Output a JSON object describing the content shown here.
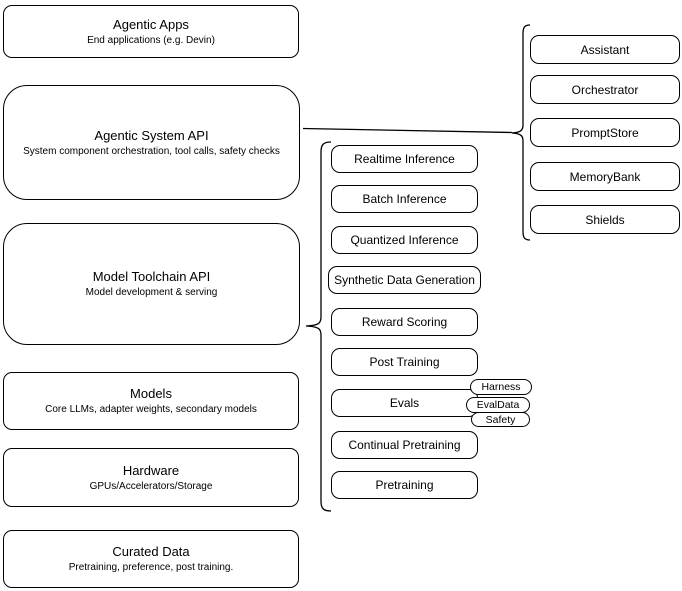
{
  "diagram": {
    "background": "#ffffff",
    "stroke_color": "#000000",
    "text_color": "#000000"
  },
  "stack": {
    "items": [
      {
        "label": "Agentic Apps",
        "sublabel": "End applications (e.g. Devin)"
      },
      {
        "label": "Agentic System API",
        "sublabel": "System component orchestration, tool calls, safety checks"
      },
      {
        "label": "Model Toolchain API",
        "sublabel": "Model development & serving"
      },
      {
        "label": "Models",
        "sublabel": "Core LLMs, adapter weights, secondary models"
      },
      {
        "label": "Hardware",
        "sublabel": "GPUs/Accelerators/Storage"
      },
      {
        "label": "Curated Data",
        "sublabel": "Pretraining, preference, post training."
      }
    ]
  },
  "toolchain_group": {
    "attached_to": "Model Toolchain API",
    "items": [
      "Realtime Inference",
      "Batch Inference",
      "Quantized Inference",
      "Synthetic Data Generation",
      "Reward Scoring",
      "Post Training",
      "Evals",
      "Continual Pretraining",
      "Pretraining"
    ],
    "eval_tags": [
      "Harness",
      "EvalData",
      "Safety"
    ]
  },
  "system_group": {
    "attached_to": "Agentic System API",
    "items": [
      "Assistant",
      "Orchestrator",
      "PromptStore",
      "MemoryBank",
      "Shields"
    ]
  }
}
